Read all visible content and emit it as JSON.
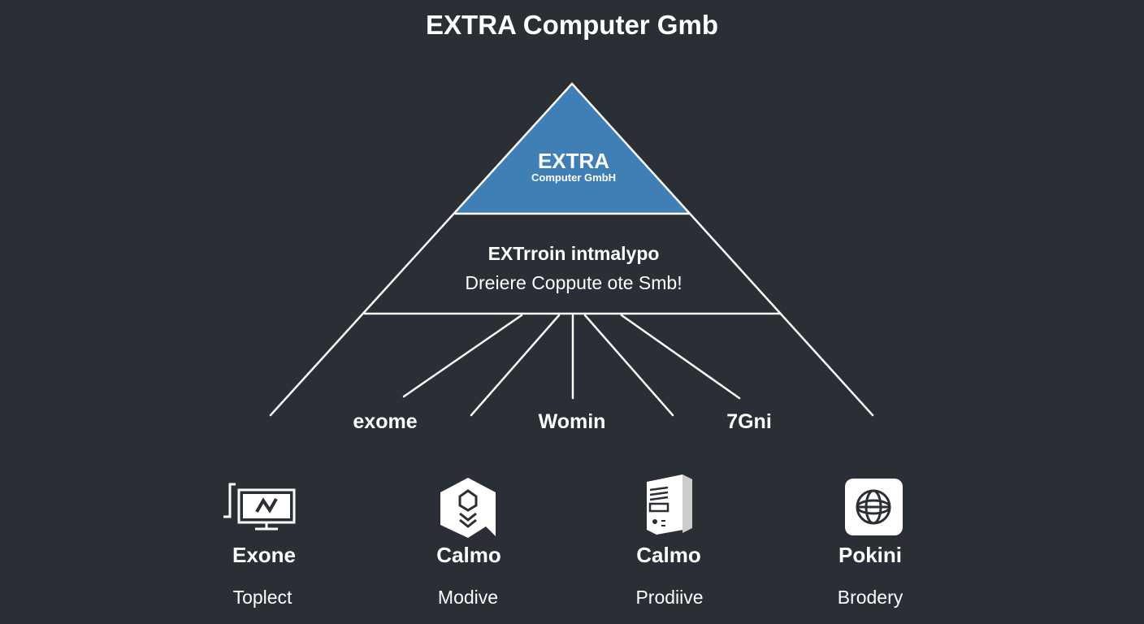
{
  "title": "EXTRA Computer Gmb",
  "colors": {
    "background": "#2a2e35",
    "apex": "#3f7fb5",
    "line": "#ffffff"
  },
  "pyramid": {
    "apex": {
      "line1": "EXTRA",
      "line2": "Computer GmbH"
    },
    "middle": {
      "line1": "EXTrroin intmalypo",
      "line2": "Dreiere Coppute ote Smb!"
    }
  },
  "branches": [
    "exome",
    "Womin",
    "7Gni"
  ],
  "items": [
    {
      "icon": "monitor-chart-icon",
      "title": "Exone",
      "subtitle": "Toplect"
    },
    {
      "icon": "hexagon-badge-icon",
      "title": "Calmo",
      "subtitle": "Modive"
    },
    {
      "icon": "server-tower-icon",
      "title": "Calmo",
      "subtitle": "Prodiive"
    },
    {
      "icon": "globe-app-icon",
      "title": "Pokini",
      "subtitle": "Brodery"
    }
  ]
}
